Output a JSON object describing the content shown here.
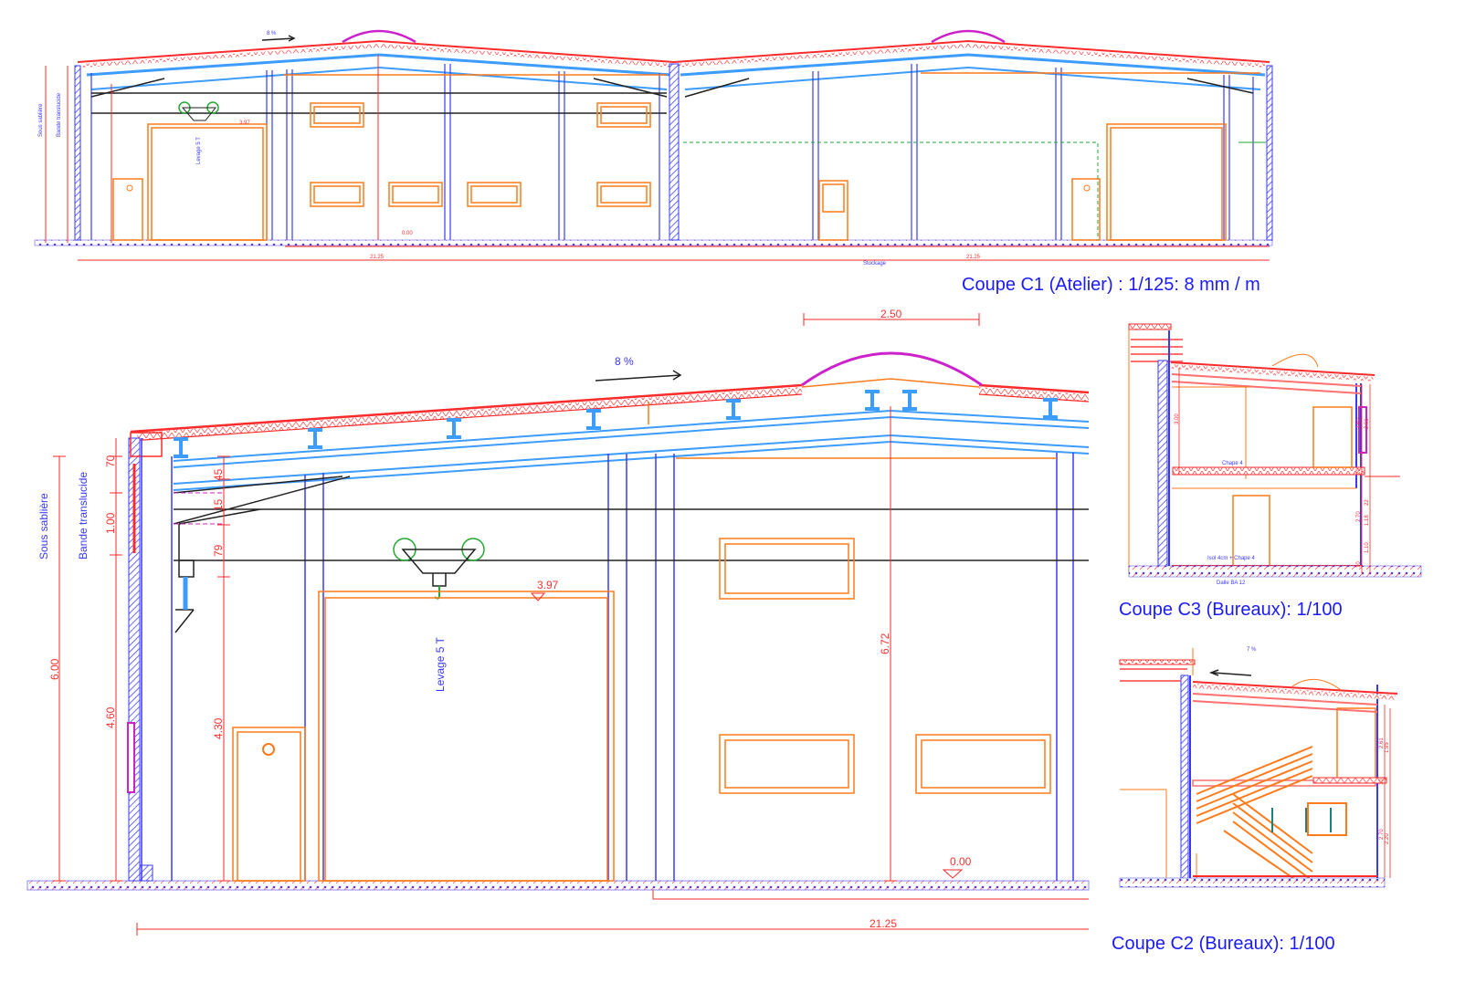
{
  "sections": {
    "c1": {
      "title": "Coupe C1 (Atelier) : 1/125: 8 mm / m",
      "slope": "8 %",
      "label_sous_sabliere": "Sous sablière",
      "label_bande": "Bande translucide",
      "label_levage": "Levage 5 T",
      "label_stockage": "Stockage",
      "dim_total": "21.25",
      "dim_total_right": "21.25",
      "dim_crane": "3.97",
      "dim_level": "0.00"
    },
    "c1_detail": {
      "slope": "8 %",
      "label_sous_sabliere": "Sous sablière",
      "label_bande": "Bande translucide",
      "label_levage": "Levage 5 T",
      "dims": {
        "d600": "6.00",
        "d70": "70",
        "d100": "1.00",
        "d460": "4.60",
        "d45": "45",
        "d15": "15",
        "d79": "79",
        "d430": "4.30",
        "d672": "6.72",
        "d397": "3.97",
        "d000": "0.00",
        "d250": "2.50",
        "d2125": "21.25"
      }
    },
    "c3": {
      "title": "Coupe C3 (Bureaux):  1/100",
      "label_chape": "Chape 4",
      "label_isol": "Isol 4cm + Chape 4",
      "label_dalle": "Dalle BA 12",
      "dims": {
        "d300": "3.00",
        "d260": "2.60",
        "d261": "2.61",
        "d270": "2.70",
        "d118": "1.18",
        "d110": "1.10",
        "d22": "22",
        "d20": "20",
        "d10": "10"
      }
    },
    "c2": {
      "title": "Coupe C2  (Bureaux):  1/100",
      "slope": "7 %",
      "dims": {
        "d261": "2.61",
        "d195": "1.95",
        "d270": "2.70",
        "d220": "2.20",
        "d10": "10"
      }
    }
  },
  "colors": {
    "title": "#1a1aff",
    "dimension": "#ff2a2a",
    "steel": "#3d9cff",
    "wall": "#3a3aff",
    "opening": "#ff7a1a",
    "skylight": "#cc22cc",
    "crane_wheel": "#22aa33"
  }
}
